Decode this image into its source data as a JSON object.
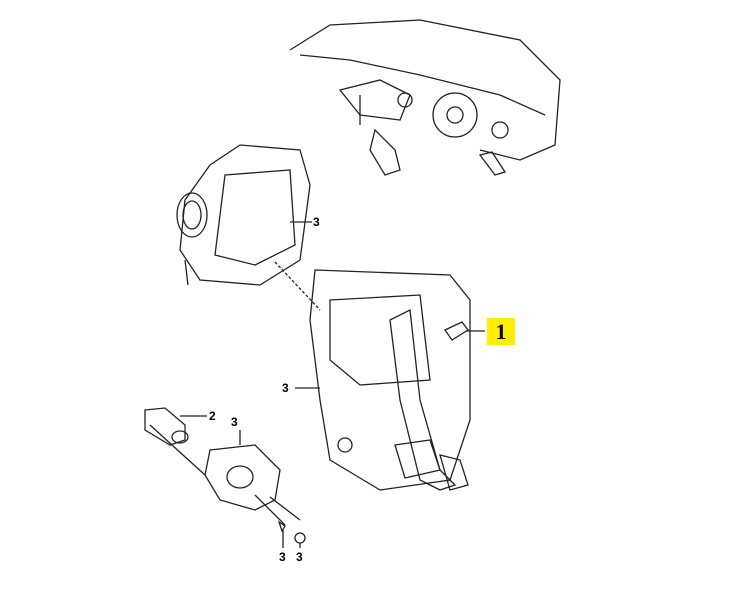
{
  "diagram": {
    "highlight_color": "#ffee00",
    "callouts": [
      {
        "id": "highlighted",
        "text": "1"
      },
      {
        "id": "upper-panel",
        "text": "3"
      },
      {
        "id": "pedal-panel",
        "text": "3"
      },
      {
        "id": "switch",
        "text": "2"
      },
      {
        "id": "bezel",
        "text": "3"
      },
      {
        "id": "screw",
        "text": "3"
      },
      {
        "id": "cap",
        "text": "3"
      }
    ]
  }
}
